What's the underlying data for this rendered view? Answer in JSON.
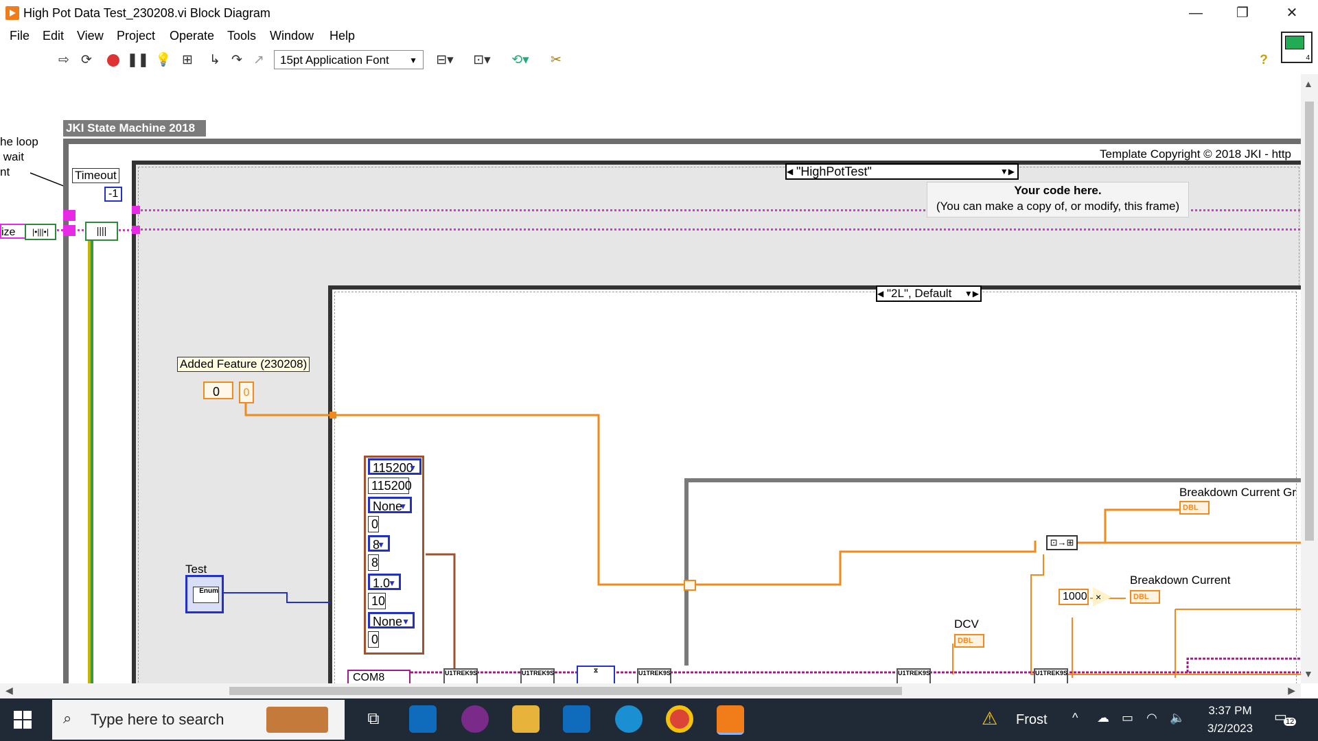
{
  "window": {
    "title": "High Pot Data Test_230208.vi Block Diagram",
    "controls": {
      "minimize": "—",
      "restore": "❐",
      "close": "✕"
    }
  },
  "menu": [
    "File",
    "Edit",
    "View",
    "Project",
    "Operate",
    "Tools",
    "Window",
    "Help"
  ],
  "toolbar": {
    "font_selector": "15pt Application Font",
    "icons": [
      "run-arrow-icon",
      "run-continuously-icon",
      "abort-icon",
      "pause-icon",
      "highlight-execution-icon",
      "retain-wire-values-icon",
      "step-into-icon",
      "step-over-icon",
      "step-out-icon",
      "align-objects-icon",
      "distribute-objects-icon",
      "reorder-icon",
      "cleanup-diagram-icon",
      "context-help-icon"
    ],
    "help": "?"
  },
  "diagram": {
    "left_comment": [
      "he loop",
      " wait",
      "nt"
    ],
    "left_label": "ize",
    "jki_label": "JKI State Machine 2018",
    "timeout_label": "Timeout",
    "timeout_value": "-1",
    "case_selector_outer": "\"HighPotTest\"",
    "copyright": "Template Copyright © 2018 JKI - http",
    "code_here_title": "Your code here.",
    "code_here_sub": "(You can make a copy of, or modify, this frame)",
    "case_selector_inner": "\"2L\", Default",
    "added_feature_label": "Added Feature (230208)",
    "added_feature_value": "0",
    "added_feature_indicator": "0",
    "test_label": "Test",
    "test_enum": "Enum",
    "serial_config": {
      "baud_dropdown": "115200",
      "baud_value": "115200",
      "parity_dropdown": "None",
      "zero1": "0",
      "bits_dropdown": "8",
      "bits_value": "8",
      "stop_dropdown": "1.0",
      "ten": "10",
      "flow_dropdown": "None",
      "zero2": "0"
    },
    "com_port": "COM8",
    "breakdown_current_graph": "Breakdown Current Gr",
    "breakdown_current": "Breakdown Current",
    "dcv": "DCV",
    "dbl_tag": "DBL",
    "multiplier_const": "1000",
    "subvi_tag": "U1TREK9S"
  },
  "taskbar": {
    "search_placeholder": "Type here to search",
    "weather": "Frost",
    "time": "3:37 PM",
    "date": "3/2/2023",
    "notification_count": "12"
  }
}
